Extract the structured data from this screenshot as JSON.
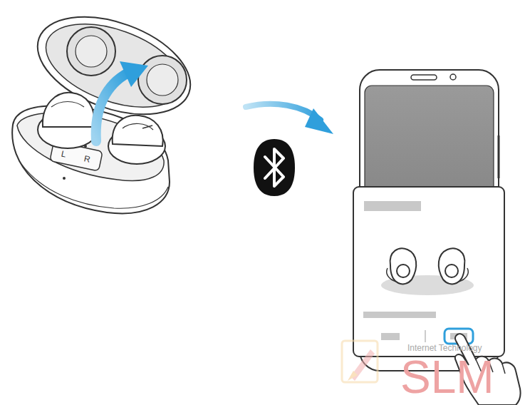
{
  "diagram": {
    "labels": [
      "L",
      "R",
      "Internet Technology",
      "SLM"
    ]
  }
}
